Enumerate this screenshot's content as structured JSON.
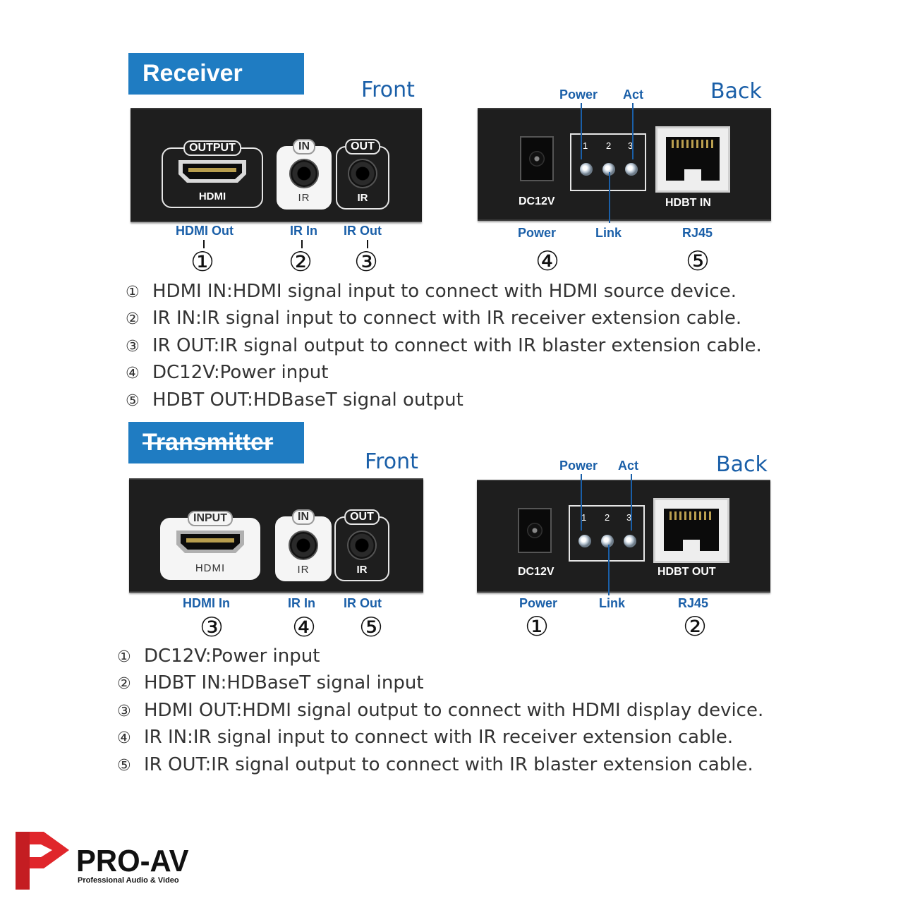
{
  "receiver": {
    "title": "Receiver",
    "front_label": "Front",
    "back_label": "Back",
    "front": {
      "output_box": {
        "title": "OUTPUT",
        "foot": "HDMI"
      },
      "ir_in_box": {
        "title": "IN",
        "foot": "IR"
      },
      "ir_out_box": {
        "title": "OUT",
        "foot": "IR"
      }
    },
    "back": {
      "dc_label": "DC12V",
      "led_nums": [
        "1",
        "2",
        "3"
      ],
      "rj45_label": "HDBT IN",
      "top_callouts": {
        "power": "Power",
        "act": "Act"
      }
    },
    "callouts": {
      "hdmi": "HDMI Out",
      "ir_in": "IR In",
      "ir_out": "IR Out",
      "power": "Power",
      "link": "Link",
      "rj45": "RJ45"
    },
    "numbers": {
      "hdmi": "①",
      "ir_in": "②",
      "ir_out": "③",
      "power": "④",
      "rj45": "⑤"
    },
    "descriptions": [
      {
        "num": "①",
        "text": "HDMI IN:HDMI signal input to connect with HDMI source device."
      },
      {
        "num": "②",
        "text": "IR IN:IR signal input to connect with IR receiver extension cable."
      },
      {
        "num": "③",
        "text": "IR OUT:IR signal output to connect with IR blaster extension cable."
      },
      {
        "num": "④",
        "text": "DC12V:Power input"
      },
      {
        "num": "⑤",
        "text": "HDBT OUT:HDBaseT signal output"
      }
    ]
  },
  "transmitter": {
    "title": "Transmitter",
    "front_label": "Front",
    "back_label": "Back",
    "front": {
      "input_box": {
        "title": "INPUT",
        "foot": "HDMI"
      },
      "ir_in_box": {
        "title": "IN",
        "foot": "IR"
      },
      "ir_out_box": {
        "title": "OUT",
        "foot": "IR"
      }
    },
    "back": {
      "dc_label": "DC12V",
      "led_nums": [
        "1",
        "2",
        "3"
      ],
      "rj45_label": "HDBT OUT",
      "top_callouts": {
        "power": "Power",
        "act": "Act"
      }
    },
    "callouts": {
      "hdmi": "HDMI In",
      "ir_in": "IR In",
      "ir_out": "IR Out",
      "power": "Power",
      "link": "Link",
      "rj45": "RJ45"
    },
    "numbers": {
      "hdmi": "③",
      "ir_in": "④",
      "ir_out": "⑤",
      "power": "①",
      "rj45": "②"
    },
    "descriptions": [
      {
        "num": "①",
        "text": "DC12V:Power input"
      },
      {
        "num": "②",
        "text": "HDBT IN:HDBaseT signal input"
      },
      {
        "num": "③",
        "text": "HDMI OUT:HDMI signal output to connect with HDMI display device."
      },
      {
        "num": "④",
        "text": "IR IN:IR signal input to connect with IR receiver extension cable."
      },
      {
        "num": "⑤",
        "text": "IR OUT:IR signal output to connect with IR blaster extension cable."
      }
    ]
  },
  "brand": {
    "name": "PRO-AV",
    "tagline": "Professional Audio & Video",
    "accent_color": "#1f7cc2",
    "logo_color": "#e0262b"
  }
}
